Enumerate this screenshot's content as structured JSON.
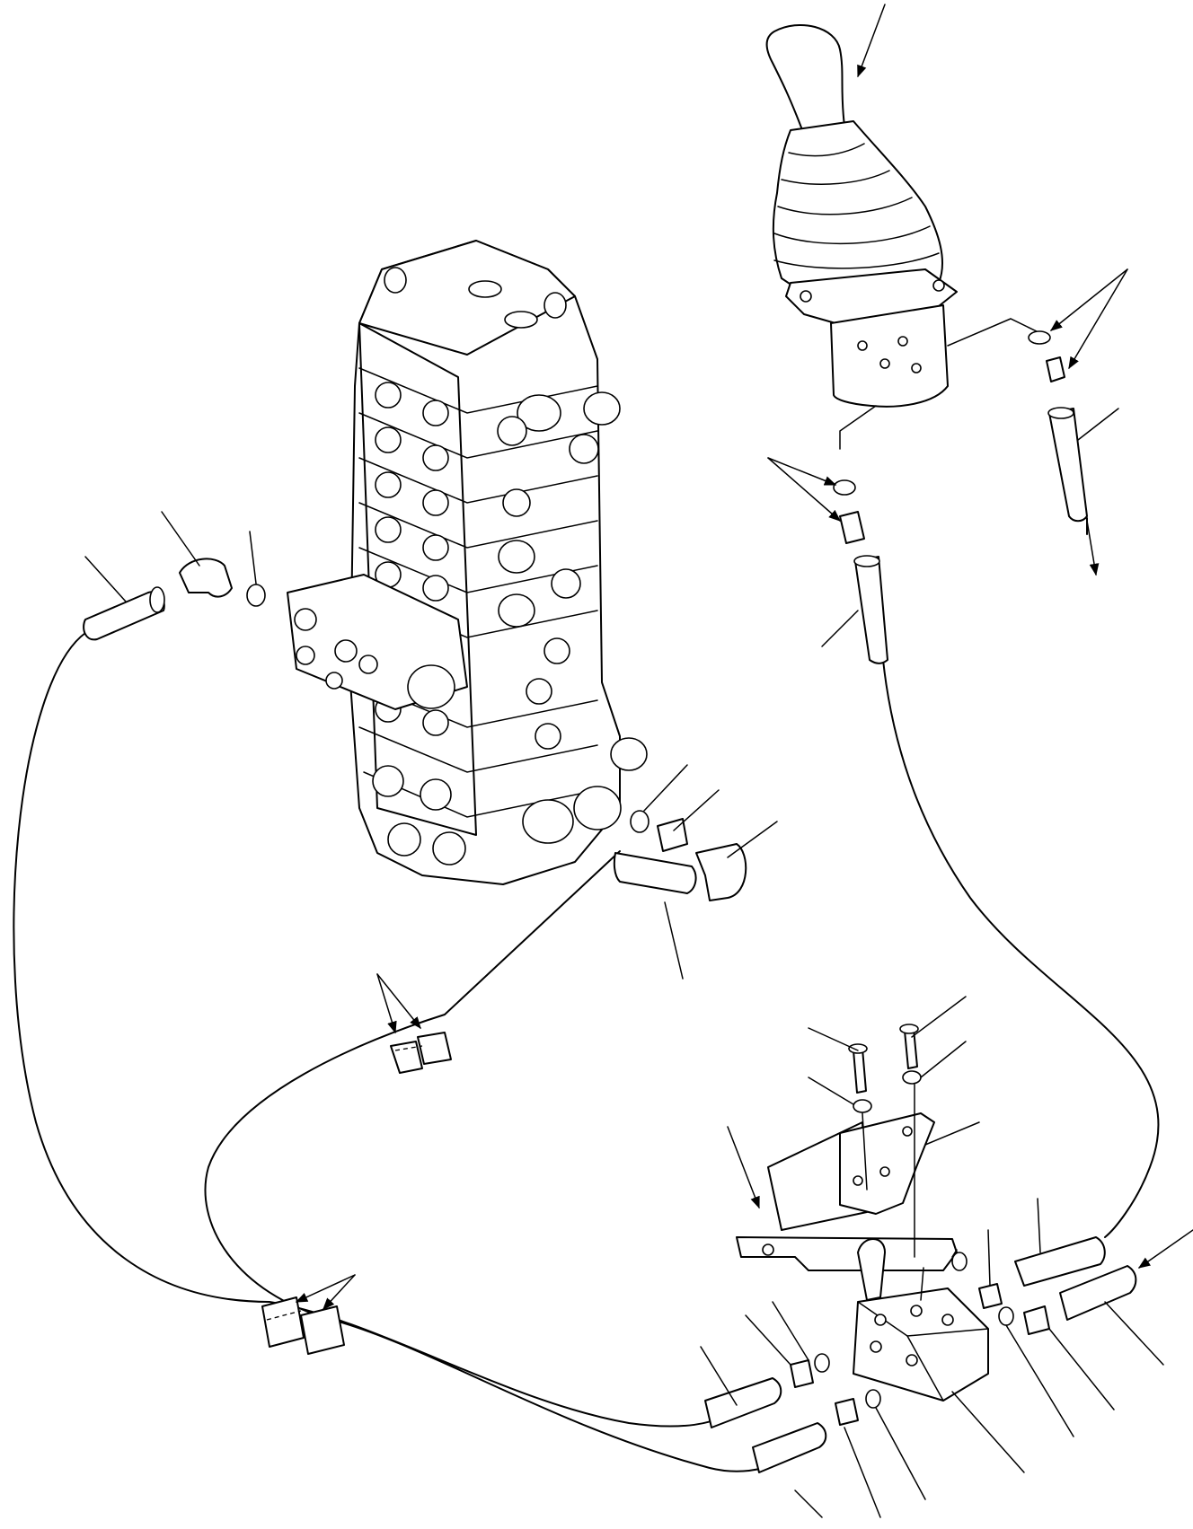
{
  "diagram": {
    "components": [
      {
        "name": "control-valve-block"
      },
      {
        "name": "ppc-lever-joystick"
      },
      {
        "name": "selector-valve"
      },
      {
        "name": "mounting-bracket"
      },
      {
        "name": "base-plate"
      }
    ],
    "hoses": [
      {
        "name": "hose-valve-left-to-selector"
      },
      {
        "name": "hose-valve-right-to-selector"
      },
      {
        "name": "hose-joystick-to-selector"
      },
      {
        "name": "hose-joystick-outlet"
      },
      {
        "name": "hose-inlet-to-selector"
      }
    ],
    "part_number_labels": []
  }
}
